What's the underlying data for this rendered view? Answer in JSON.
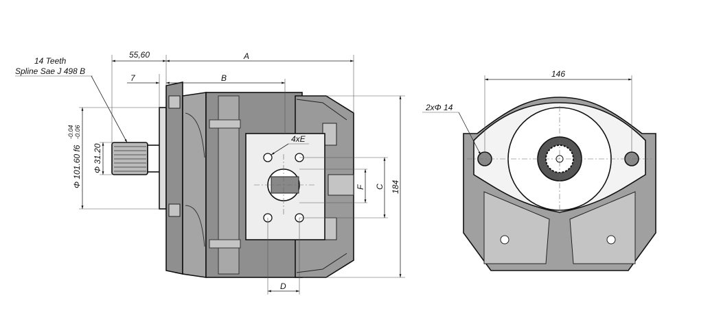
{
  "side_view": {
    "spline_note_line1": "14 Teeth",
    "spline_note_line2": "Spline Sae J 498 B",
    "dim_shaft_length": "55,60",
    "dim_A": "A",
    "dim_flange_offset": "7",
    "dim_B": "B",
    "dim_port_holes": "4xE",
    "dim_pilot_diameter": "Φ 101.60 f6",
    "dim_pilot_tol_upper": "-0.04",
    "dim_pilot_tol_lower": "-0.06",
    "dim_shaft_diameter": "Φ 31.20",
    "dim_F": "F",
    "dim_C": "C",
    "dim_height": "184",
    "dim_D": "D"
  },
  "front_view": {
    "dim_width": "146",
    "dim_mount_holes": "2xΦ 14"
  },
  "colors": {
    "body": "#8f8f8f",
    "body_light": "#c4c4c4",
    "plate": "#e9e9e9",
    "line": "#111111"
  }
}
